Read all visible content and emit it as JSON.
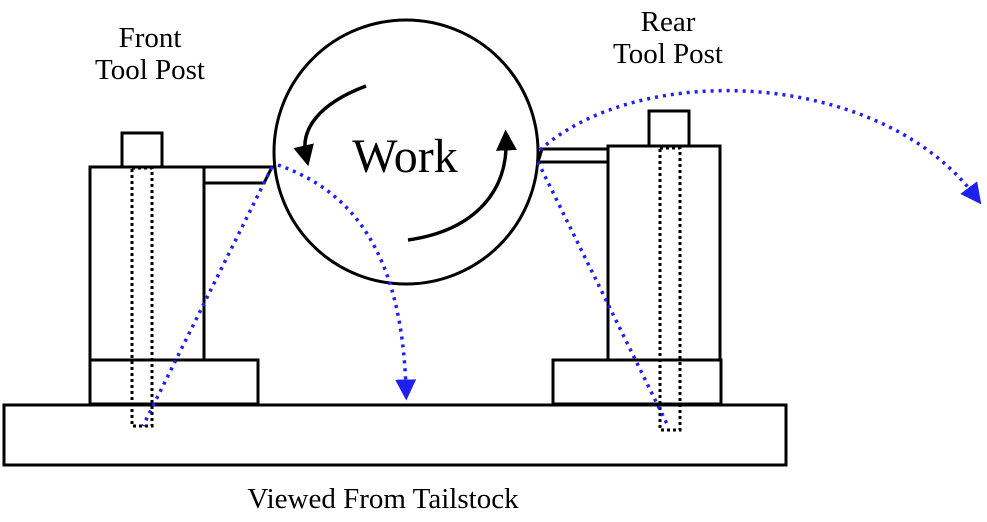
{
  "labels": {
    "front_tool_post_line1": "Front",
    "front_tool_post_line2": "Tool Post",
    "rear_tool_post_line1": "Rear",
    "rear_tool_post_line2": "Tool Post",
    "work": "Work",
    "caption": "Viewed From Tailstock"
  },
  "colors": {
    "outline": "#000000",
    "chip_path": "#1f1ff0"
  }
}
